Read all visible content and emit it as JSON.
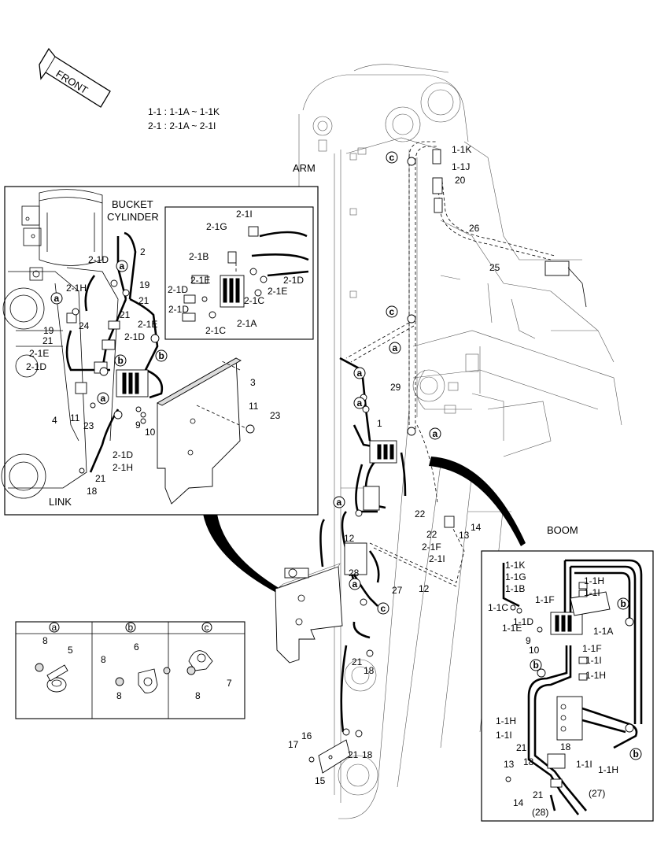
{
  "direction_label": "FRONT",
  "legend": {
    "line1": "1-1 : 1-1A ~ 1-1K",
    "line2": "2-1 : 2-1A ~ 2-1I"
  },
  "section_labels": {
    "arm": "ARM",
    "boom": "BOOM",
    "bucket_cylinder_1": "BUCKET",
    "bucket_cylinder_2": "CYLINDER",
    "link": "LINK"
  },
  "clamp_tables": [
    {
      "key": "a",
      "parts": [
        "8",
        "5"
      ]
    },
    {
      "key": "b",
      "parts": [
        "8",
        "6",
        "8"
      ]
    },
    {
      "key": "c",
      "parts": [
        "7",
        "8"
      ]
    }
  ],
  "callouts": [
    "1-1K",
    "1-1J",
    "20",
    "26",
    "25",
    "29",
    "1",
    "22",
    "14",
    "13",
    "22",
    "2-1F",
    "2-1I",
    "12",
    "12",
    "28",
    "27",
    "21",
    "18",
    "16",
    "17",
    "21",
    "18",
    "15",
    "2-1I",
    "2-1G",
    "2-1B",
    "2-1E",
    "2-1D",
    "2-1D",
    "2-1E",
    "2-1C",
    "2-1D",
    "2-1C",
    "2-1A",
    "2-1D",
    "2",
    "19",
    "21",
    "2-1H",
    "24",
    "21",
    "2-1E",
    "2-1D",
    "19",
    "21",
    "2-1E",
    "2-1D",
    "3",
    "11",
    "23",
    "4",
    "11",
    "23",
    "9",
    "10",
    "2-1D",
    "2-1H",
    "21",
    "18",
    "1-1K",
    "1-1G",
    "1-1B",
    "1-1F",
    "1-1H",
    "1-1I",
    "1-1C",
    "1-1D",
    "1-1E",
    "1-1A",
    "1-1F",
    "10",
    "9",
    "1-1I",
    "1-1H",
    "1-1H",
    "1-1I",
    "21",
    "18",
    "18",
    "13",
    "14",
    "21",
    "1-1I",
    "1-1H",
    "(27)",
    "(28)"
  ]
}
